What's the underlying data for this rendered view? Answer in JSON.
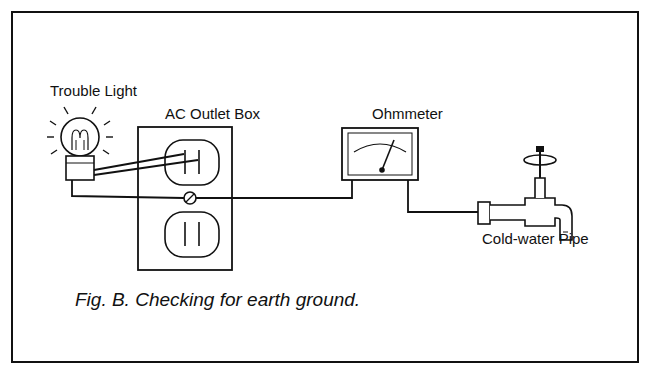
{
  "diagram": {
    "caption": "Fig. B. Checking for earth ground.",
    "labels": [
      "Trouble Light",
      "AC Outlet Box",
      "Ohmmeter",
      "Cold-water Pipe"
    ]
  }
}
